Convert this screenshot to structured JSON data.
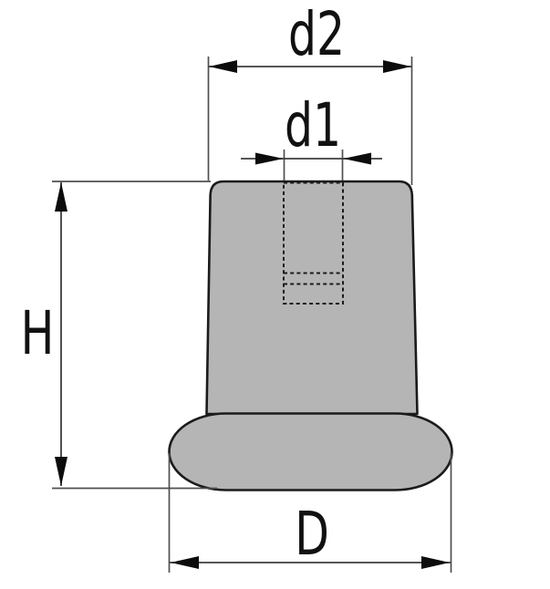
{
  "drawing": {
    "type": "technical-dimension-drawing",
    "part": "tapered foot with blind threaded hole, front section view",
    "labels": {
      "top_width": "d2",
      "hole_width": "d1",
      "height": "H",
      "base_width": "D"
    },
    "colors": {
      "background": "#ffffff",
      "body_fill": "#b5b5b5",
      "hole_fill": "#e3e3e3",
      "outline": "#1b1b1b",
      "dimension_line": "#3d3d3d",
      "arrow": "#0c0c0c",
      "text": "#111111"
    }
  }
}
